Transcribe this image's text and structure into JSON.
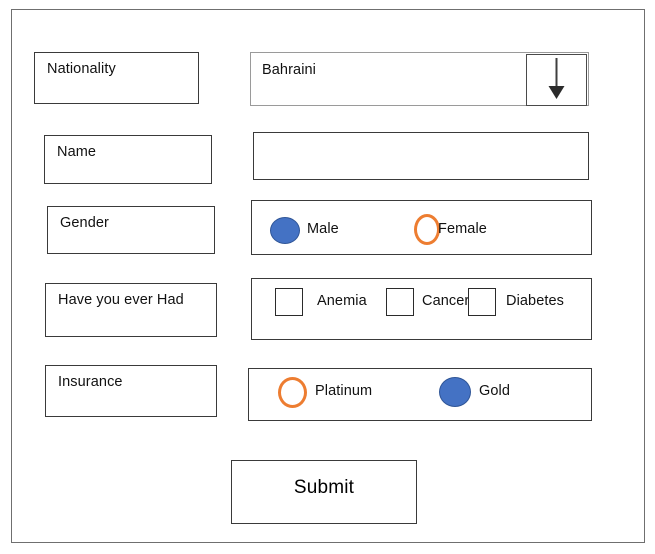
{
  "form": {
    "fields": [
      {
        "label": "Nationality",
        "type": "dropdown",
        "value": "Bahraini",
        "icon": "chevron-down-icon"
      },
      {
        "label": "Name",
        "type": "text",
        "value": "",
        "placeholder": ""
      },
      {
        "label": "Gender",
        "type": "radio",
        "options": [
          {
            "label": "Male",
            "selected": true
          },
          {
            "label": "Female",
            "selected": false
          }
        ]
      },
      {
        "label": "Have you ever Had",
        "type": "checkbox",
        "options": [
          {
            "label": "Anemia",
            "checked": false
          },
          {
            "label": "Cancer",
            "checked": false
          },
          {
            "label": "Diabetes",
            "checked": false
          }
        ]
      },
      {
        "label": "Insurance",
        "type": "radio",
        "options": [
          {
            "label": "Platinum",
            "selected": false
          },
          {
            "label": "Gold",
            "selected": true
          }
        ]
      }
    ],
    "submit_label": "Submit"
  },
  "colors": {
    "selected_fill": "#4472C4",
    "selected_stroke": "#2F5597",
    "unselected_stroke": "#ED7D31",
    "frame_border": "#6F6F6F",
    "box_border": "#3A3A3A"
  }
}
